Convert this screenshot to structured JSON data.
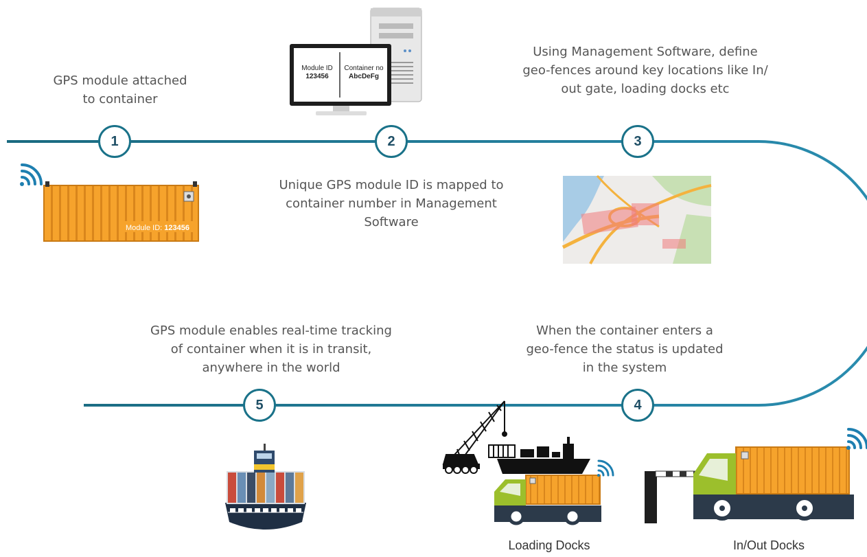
{
  "steps": [
    {
      "num": "1",
      "caption_lines": [
        "GPS module attached",
        "to container"
      ]
    },
    {
      "num": "2",
      "caption_lines": [
        "Unique GPS module ID is mapped to",
        "container number in Management",
        "Software"
      ]
    },
    {
      "num": "3",
      "caption_lines": [
        "Using Management Software, define",
        "geo-fences around key locations like In/",
        "out gate, loading docks etc"
      ]
    },
    {
      "num": "4",
      "caption_lines": [
        "When the container enters a",
        "geo-fence the status is updated",
        "in the system"
      ]
    },
    {
      "num": "5",
      "caption_lines": [
        "GPS module enables real-time tracking",
        "of container when it is in transit,",
        "anywhere in the world"
      ]
    }
  ],
  "container_label": {
    "prefix": "Module ID: ",
    "id": "123456"
  },
  "monitor": {
    "left_label": "Module ID",
    "left_value": "123456",
    "right_label": "Container no",
    "right_value": "AbcDeFg"
  },
  "docks": {
    "loading": "Loading Docks",
    "inout": "In/Out Docks"
  },
  "colors": {
    "timeline": "#1a7289",
    "container": "#f6a32c",
    "truck_cab": "#9cbf2c",
    "truck_body": "#2c3a4a"
  }
}
